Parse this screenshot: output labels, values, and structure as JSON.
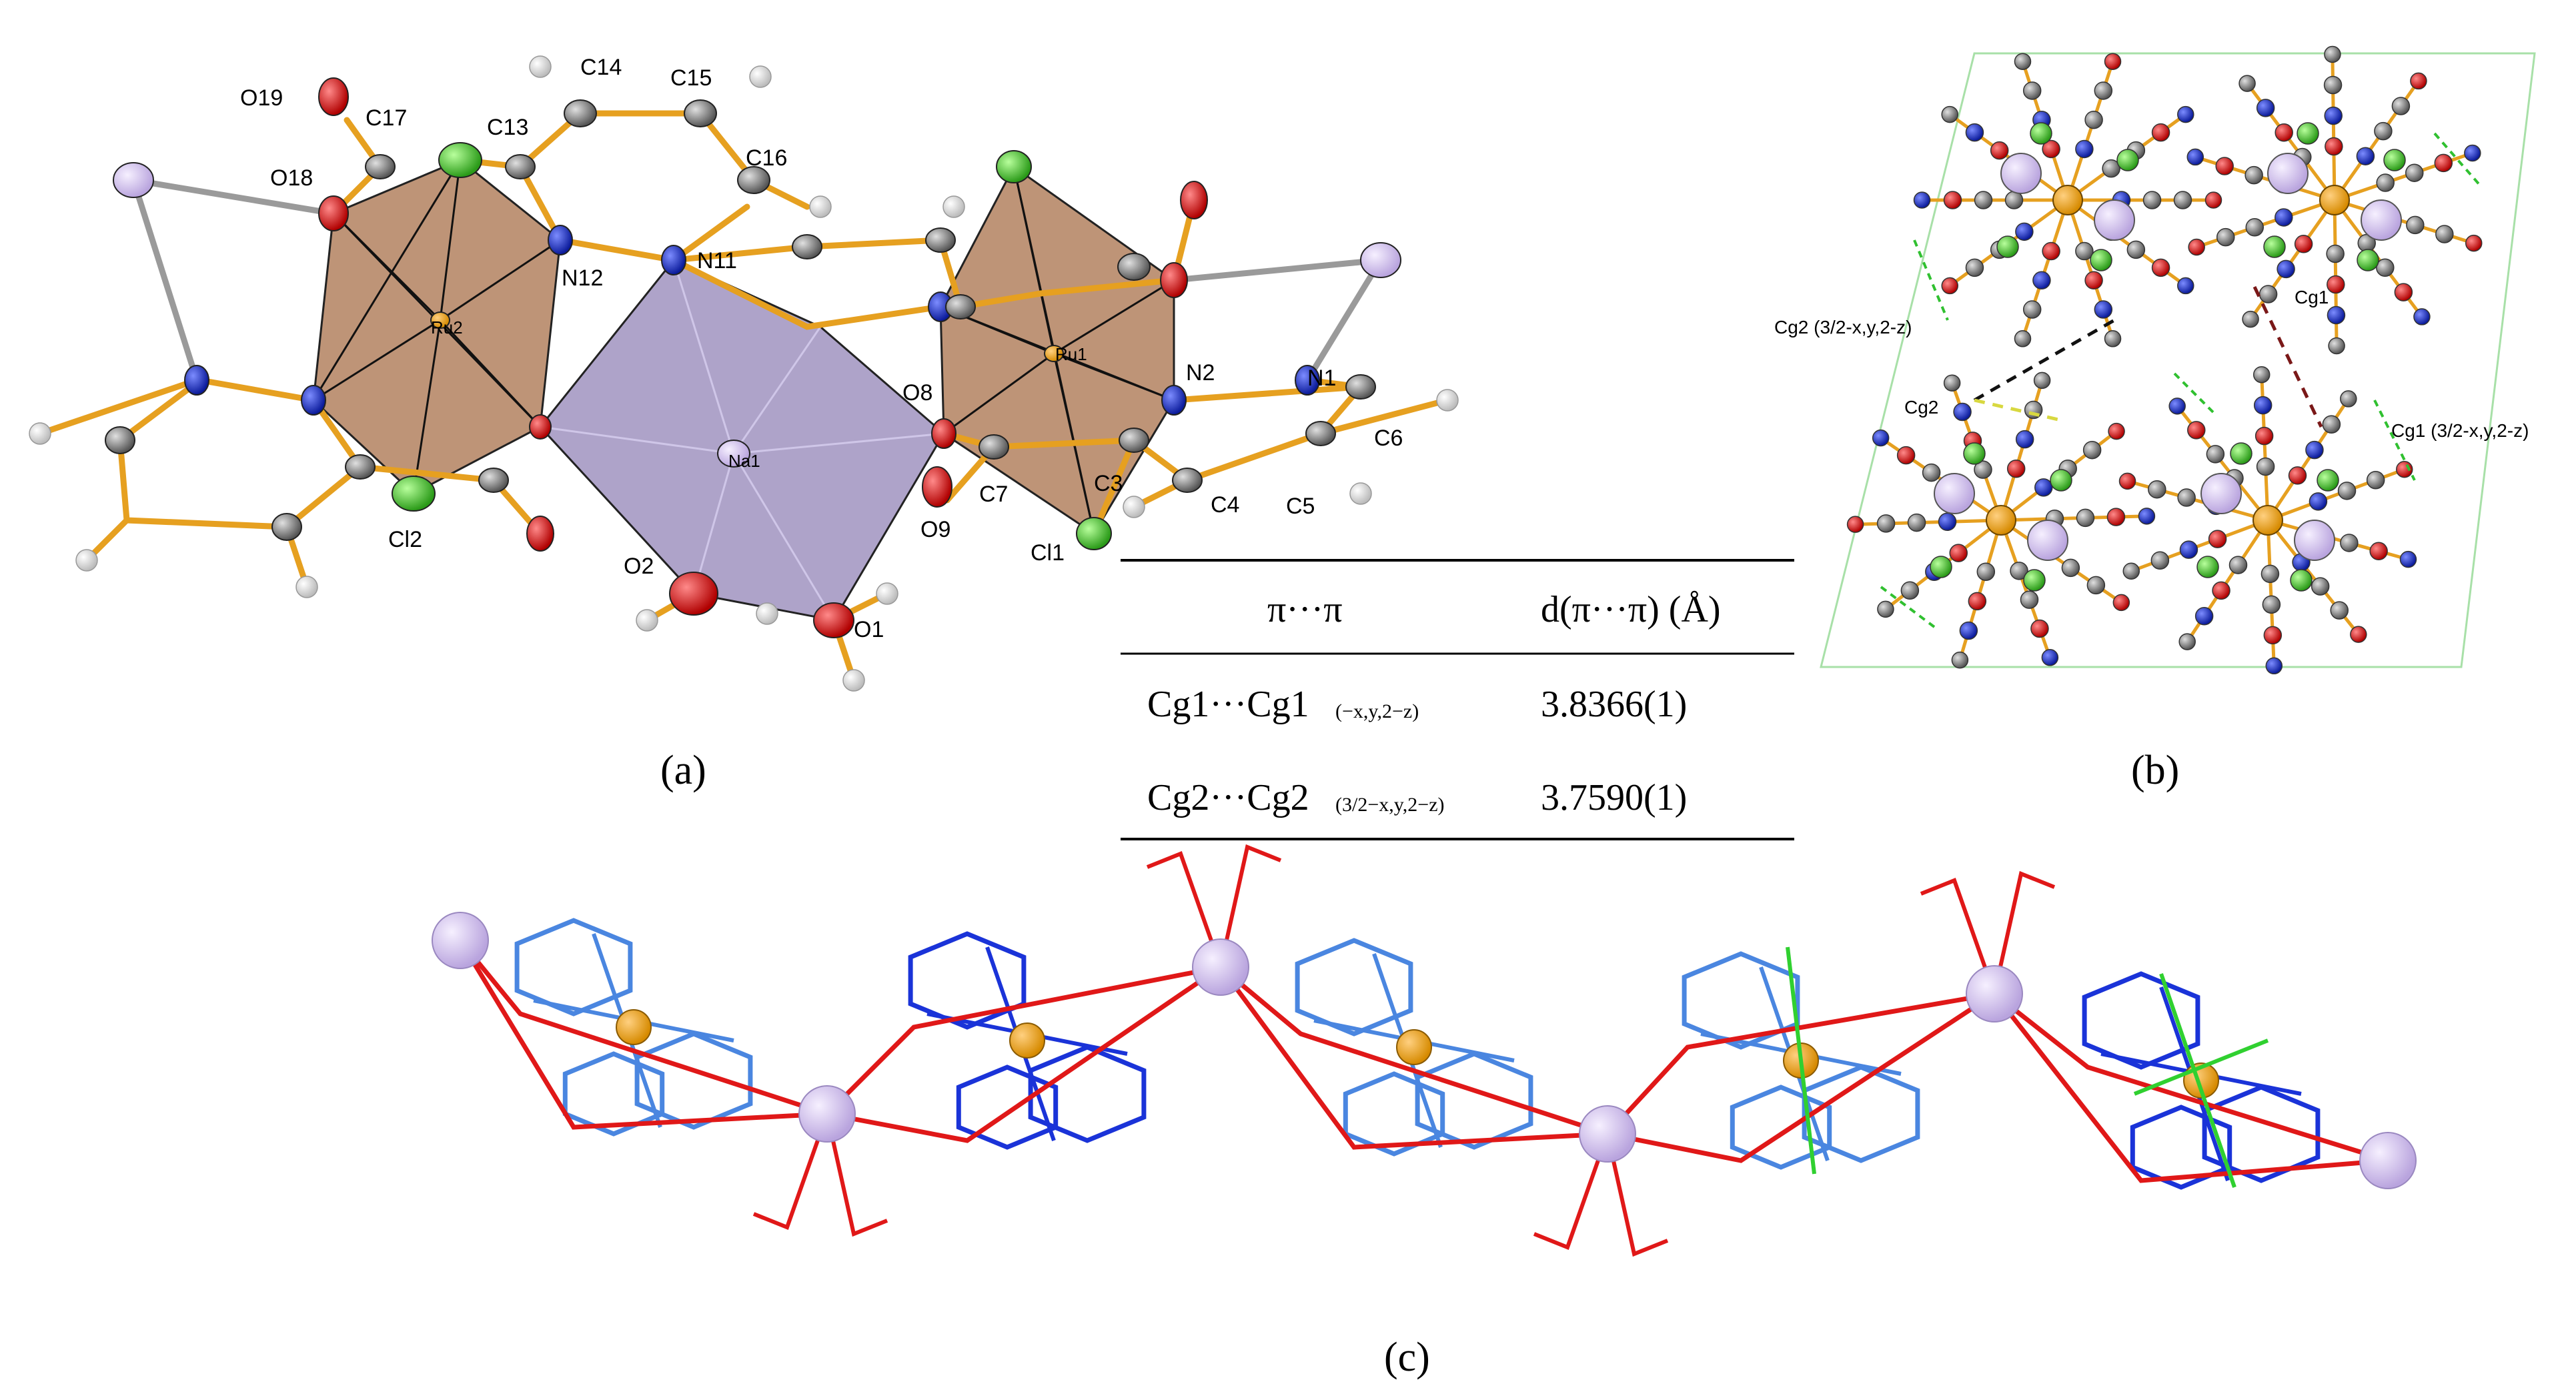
{
  "panels": {
    "a": "(a)",
    "b": "(b)",
    "c": "(c)"
  },
  "atom_labels_a": {
    "O19": "O19",
    "C17": "C17",
    "C13": "C13",
    "C14": "C14",
    "C15": "C15",
    "C16": "C16",
    "O18": "O18",
    "Ru2": "Ru2",
    "N12": "N12",
    "N11": "N11",
    "Na1": "Na1",
    "O8": "O8",
    "Ru1": "Ru1",
    "N2": "N2",
    "N1": "N1",
    "C6": "C6",
    "Cl2": "Cl2",
    "O2": "O2",
    "O1": "O1",
    "O9": "O9",
    "C7": "C7",
    "C3": "C3",
    "C4": "C4",
    "C5": "C5",
    "Cl1": "Cl1"
  },
  "labels_b": {
    "cg2_sym": "Cg2 (3/2-x,y,2-z)",
    "cg1": "Cg1",
    "cg2": "Cg2",
    "cg1_sym": "Cg1 (3/2-x,y,2-z)"
  },
  "table": {
    "headers": [
      "π···π",
      "d(π···π) (Å)"
    ],
    "rows": [
      {
        "pair": "Cg1···Cg1",
        "symmetry": "(−x,y,2−z)",
        "distance": "3.8366(1)"
      },
      {
        "pair": "Cg2···Cg2",
        "symmetry": "(3/2−x,y,2−z)",
        "distance": "3.7590(1)"
      }
    ]
  },
  "colors": {
    "bond": "#E6A020",
    "ru_poly": "#B07850",
    "na_poly": "#8F7FB0",
    "oxygen": "#D81010",
    "nitrogen": "#1030C0",
    "chlorine": "#40C830",
    "carbon": "#808080",
    "sodium": "#D8C8EE",
    "chain_red": "#E01818",
    "chain_blue": "#1A33D8",
    "chain_light": "#4A86E0"
  }
}
